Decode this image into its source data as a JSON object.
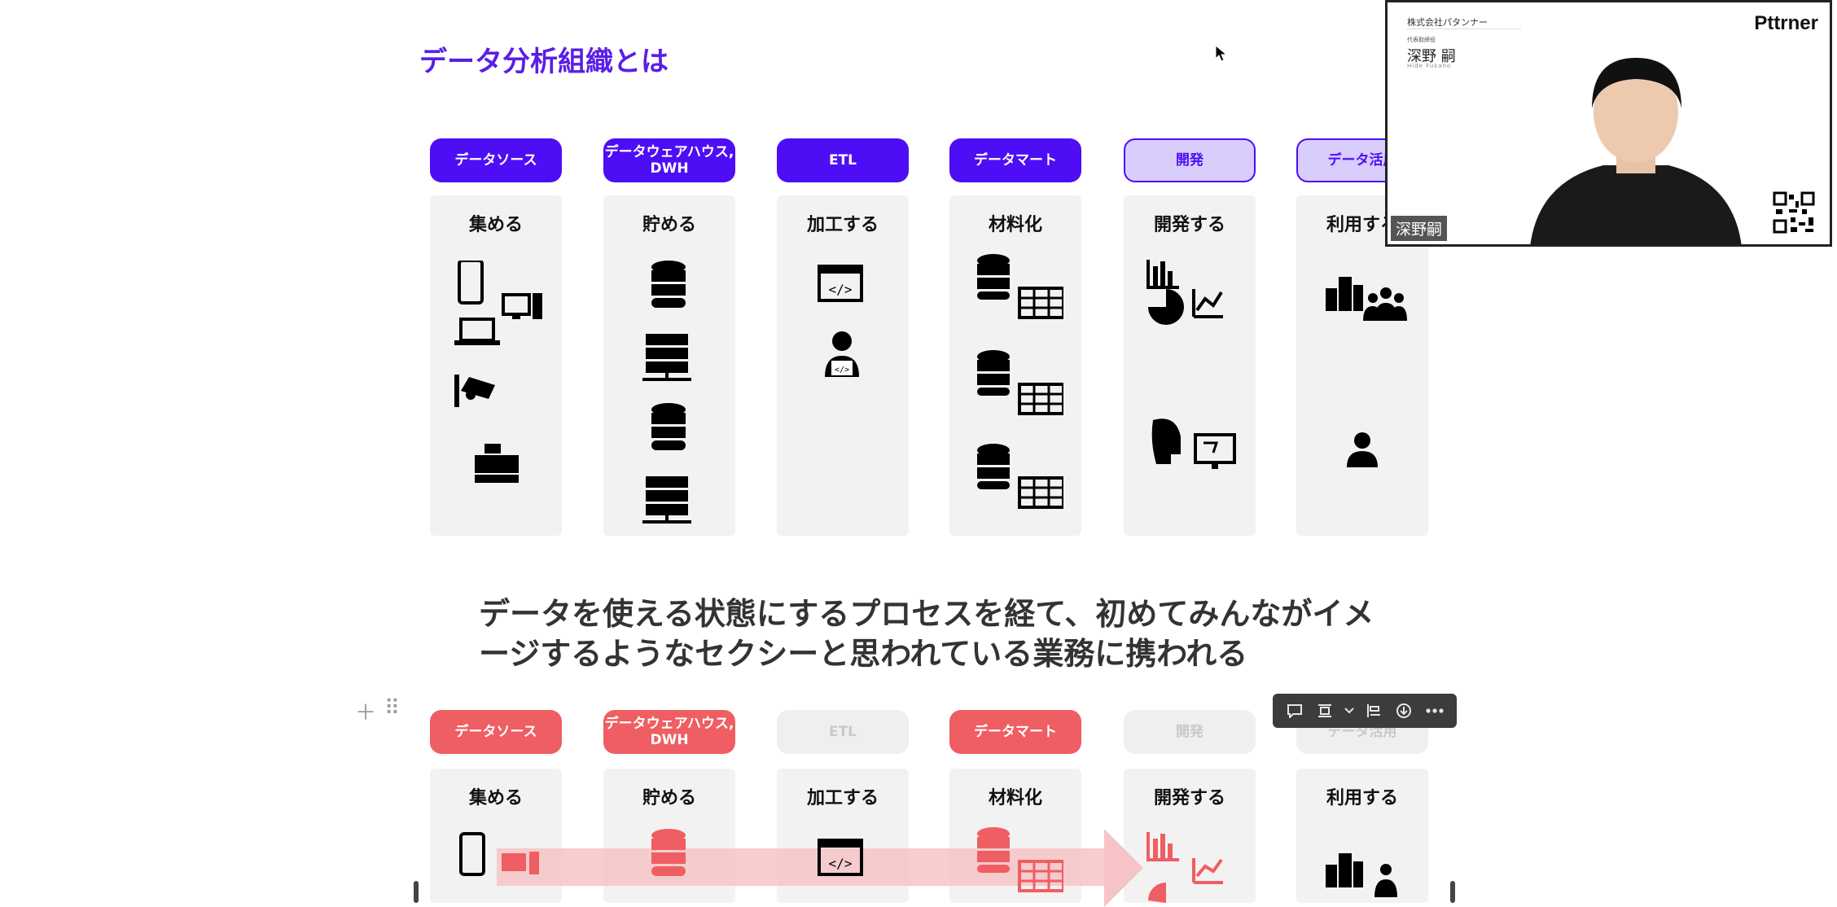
{
  "slide": {
    "title": "データ分析組織とは",
    "note": "データを使える状態にするプロセスを経て、初めてみんながイメージするようなセクシーと思われている業務に携われる"
  },
  "top_stages": [
    {
      "pill": "データソース",
      "label": "集める",
      "style": "blue"
    },
    {
      "pill": "データウェアハウス,\nDWH",
      "label": "貯める",
      "style": "blue"
    },
    {
      "pill": "ETL",
      "label": "加工する",
      "style": "blue"
    },
    {
      "pill": "データマート",
      "label": "材料化",
      "style": "blue"
    },
    {
      "pill": "開発",
      "label": "開発する",
      "style": "lav"
    },
    {
      "pill": "データ活用",
      "label": "利用する",
      "style": "lav"
    }
  ],
  "bottom_stages": [
    {
      "pill": "データソース",
      "label": "集める",
      "style": "red"
    },
    {
      "pill": "データウェアハウス,\nDWH",
      "label": "貯める",
      "style": "red"
    },
    {
      "pill": "ETL",
      "label": "加工する",
      "style": "grey"
    },
    {
      "pill": "データマート",
      "label": "材料化",
      "style": "red"
    },
    {
      "pill": "開発",
      "label": "開発する",
      "style": "grey"
    },
    {
      "pill": "データ活用",
      "label": "利用する",
      "style": "grey"
    }
  ],
  "toolbar": {
    "icons": [
      "comment-icon",
      "align-center-icon",
      "chevron-down-icon",
      "align-left-icon",
      "download-icon",
      "more-icon"
    ]
  },
  "video_overlay": {
    "company": "株式会社パタンナー",
    "role": "代表取締役",
    "person": "深野 嗣",
    "romanized": "Hide Fukano",
    "brand": "Pttrner",
    "name_tag": "深野嗣"
  },
  "colors": {
    "accent": "#4d0ef5",
    "title": "#5a1ee6",
    "red": "#ef5e63",
    "lav": "#d8cdfb"
  }
}
